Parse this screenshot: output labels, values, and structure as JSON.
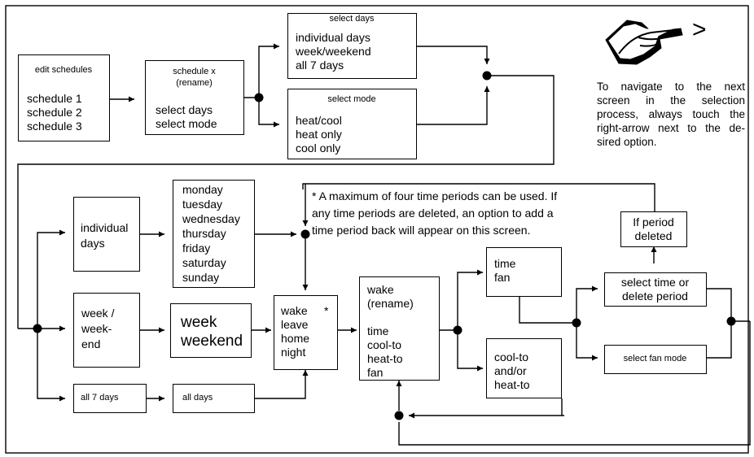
{
  "edit_schedules": {
    "title": "edit schedules",
    "items": [
      "schedule 1",
      "schedule 2",
      "schedule 3"
    ]
  },
  "schedule_x": {
    "title_line1": "schedule x",
    "title_line2": "(rename)",
    "items": [
      "select days",
      "select mode"
    ]
  },
  "select_days": {
    "title": "select days",
    "items": [
      "individual days",
      "week/weekend",
      "all 7 days"
    ]
  },
  "select_mode": {
    "title": "select mode",
    "items": [
      "heat/cool",
      "heat only",
      "cool only"
    ]
  },
  "hint": {
    "lines": [
      "To navigate to the next",
      "screen in the selection",
      "process, always touch the",
      "right-arrow next to the de-",
      "sired option."
    ],
    "arrow_glyph": ">"
  },
  "individual_days": {
    "lines": [
      "individual",
      "days"
    ]
  },
  "weekdays": {
    "items": [
      "monday",
      "tuesday",
      "wednesday",
      "thursday",
      "friday",
      "saturday",
      "sunday"
    ]
  },
  "week_weekend_opt": {
    "lines": [
      "week /",
      "week-",
      "end"
    ]
  },
  "week_weekend_big": {
    "lines": [
      "week",
      "weekend"
    ]
  },
  "all7days": {
    "label": "all 7 days"
  },
  "alldays": {
    "label": "all days"
  },
  "periods": {
    "items": [
      "wake",
      "leave",
      "home",
      "night"
    ],
    "asterisk": "*"
  },
  "note": {
    "line1": "* A maximum of four time periods can be used. If",
    "line2": "any time periods are deleted, an option to add a",
    "line3": "time period back will appear on this screen."
  },
  "wake_rename": {
    "lines": [
      "wake",
      "(rename)"
    ],
    "items": [
      "time",
      "cool-to",
      "heat-to",
      "fan"
    ]
  },
  "time_fan": {
    "lines": [
      "time",
      "fan"
    ]
  },
  "coolto": {
    "lines": [
      "cool-to",
      "and/or",
      "heat-to"
    ]
  },
  "select_time": {
    "lines": [
      "select time or",
      "delete period"
    ]
  },
  "select_fan": {
    "label": "select fan mode"
  },
  "period_deleted": {
    "lines": [
      "If period",
      "deleted"
    ]
  }
}
